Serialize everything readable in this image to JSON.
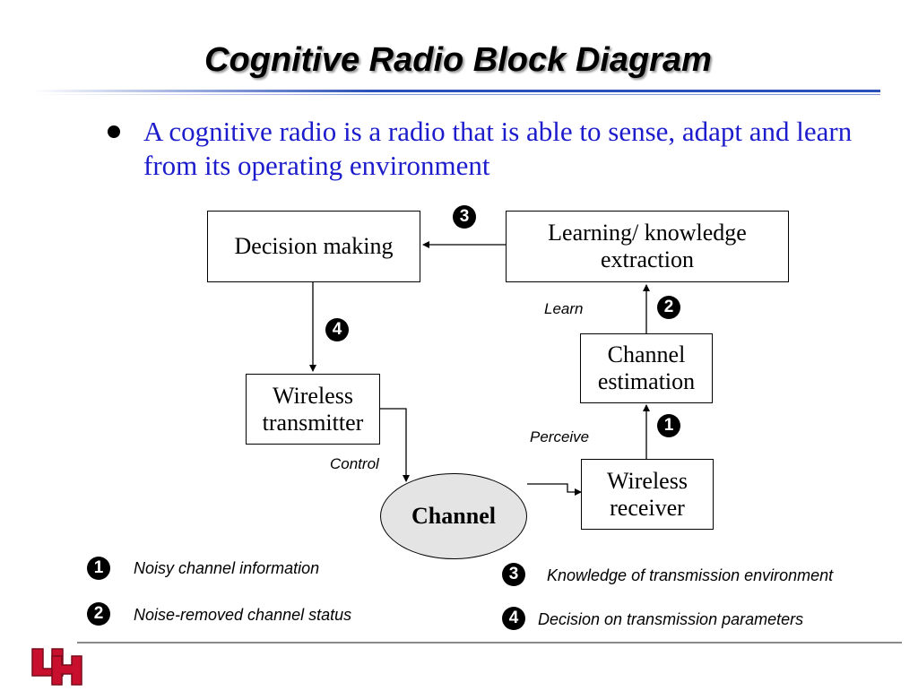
{
  "title": "Cognitive Radio Block Diagram",
  "bullet": "A cognitive radio is a radio that is able to sense, adapt and learn from its operating environment",
  "boxes": {
    "decision": "Decision making",
    "learning": "Learning/ knowledge extraction",
    "estimation": "Channel estimation",
    "transmitter": "Wireless transmitter",
    "receiver": "Wireless receiver",
    "channel": "Channel"
  },
  "edge_labels": {
    "learn": "Learn",
    "perceive": "Perceive",
    "control": "Control"
  },
  "step_badges": {
    "one": "1",
    "two": "2",
    "three": "3",
    "four": "4"
  },
  "legend": [
    {
      "num": "1",
      "text": "Noisy channel information"
    },
    {
      "num": "2",
      "text": "Noise-removed channel status"
    },
    {
      "num": "3",
      "text": "Knowledge of transmission environment"
    },
    {
      "num": "4",
      "text": "Decision on transmission parameters"
    }
  ],
  "colors": {
    "bullet_text": "#1c1ccc",
    "rule_blue": "#3a5cc0",
    "logo_red": "#c8102e"
  },
  "logo_text": "UH"
}
